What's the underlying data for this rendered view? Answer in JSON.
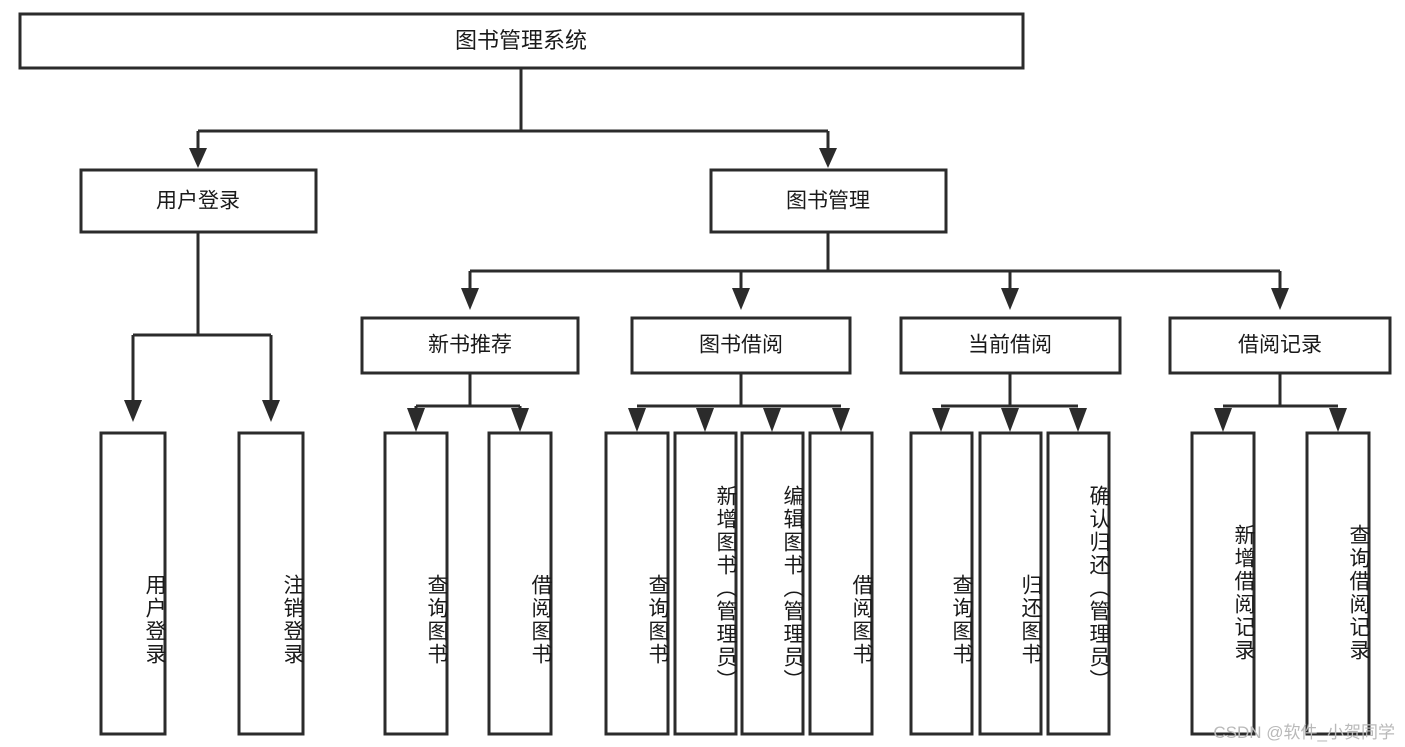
{
  "diagram": {
    "type": "tree",
    "title_node": {
      "label": "图书管理系统"
    },
    "level1": [
      {
        "label": "用户登录"
      },
      {
        "label": "图书管理"
      }
    ],
    "level2": [
      {
        "label": "新书推荐"
      },
      {
        "label": "图书借阅"
      },
      {
        "label": "当前借阅"
      },
      {
        "label": "借阅记录"
      }
    ],
    "leaves": {
      "user_login": [
        {
          "label": "用户登录"
        },
        {
          "label": "注销登录"
        }
      ],
      "new_book_recommend": [
        {
          "label": "查询图书"
        },
        {
          "label": "借阅图书"
        }
      ],
      "book_borrow": [
        {
          "label": "查询图书"
        },
        {
          "label": "新增图书（管理员）"
        },
        {
          "label": "编辑图书（管理员）"
        },
        {
          "label": "借阅图书"
        }
      ],
      "current_borrow": [
        {
          "label": "查询图书"
        },
        {
          "label": "归还图书"
        },
        {
          "label": "确认归还（管理员）"
        }
      ],
      "borrow_record": [
        {
          "label": "新增借阅记录"
        },
        {
          "label": "查询借阅记录"
        }
      ]
    }
  },
  "watermark": {
    "text": "CSDN @软件_小贺同学"
  },
  "colors": {
    "box_stroke": "#2b2b2b",
    "box_fill": "#ffffff",
    "text": "#1a1a1a",
    "background": "#ffffff",
    "watermark": "#b9b9b9"
  }
}
